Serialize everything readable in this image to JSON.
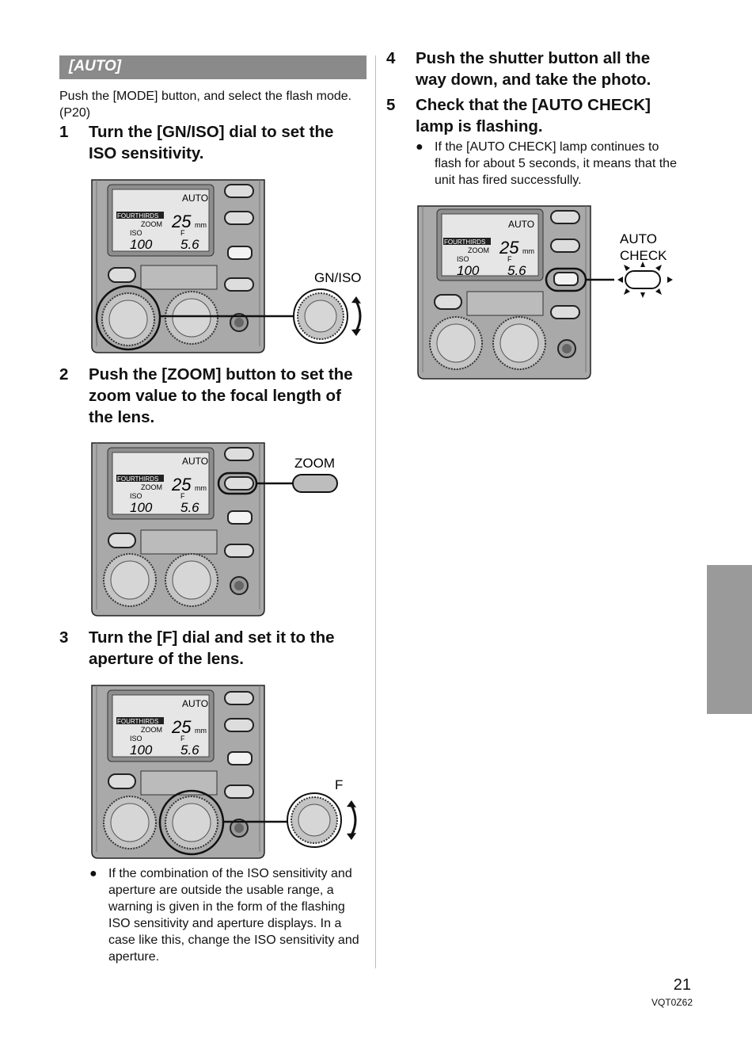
{
  "section": {
    "title": "[AUTO]"
  },
  "intro": "Push the [MODE] button, and select the flash mode. (P20)",
  "steps": [
    {
      "num": "1",
      "text": "Turn the [GN/ISO] dial to set the ISO sensitivity."
    },
    {
      "num": "2",
      "text": "Push the [ZOOM] button to set the zoom value to the focal length of the lens."
    },
    {
      "num": "3",
      "text": "Turn the [F] dial and set it to the aperture of the lens."
    },
    {
      "num": "4",
      "text": "Push the shutter button all the way down, and take the photo."
    },
    {
      "num": "5",
      "text": "Check that the [AUTO CHECK] lamp is flashing."
    }
  ],
  "notes": {
    "step3": "If the combination of the ISO sensitivity and aperture are outside the usable range, a warning is given in the form of the flashing ISO sensitivity and aperture displays. In a case like this, change the ISO sensitivity and aperture.",
    "step5": "If the [AUTO CHECK] lamp continues to flash for about 5 seconds, it means that the unit has fired successfully."
  },
  "bullet_symbol": "●",
  "lcd": {
    "mode": "AUTO",
    "brand": "FOURTHIRDS",
    "zoom_label": "ZOOM",
    "zoom_value": "25",
    "zoom_unit": "mm",
    "iso_label": "ISO",
    "iso_value": "100",
    "f_label": "F",
    "f_value": "5.6"
  },
  "callouts": {
    "gn_iso": "GN/ISO",
    "zoom": "ZOOM",
    "f": "F",
    "auto_check_line1": "AUTO",
    "auto_check_line2": "CHECK"
  },
  "footer": {
    "page": "21",
    "code": "VQT0Z62"
  }
}
